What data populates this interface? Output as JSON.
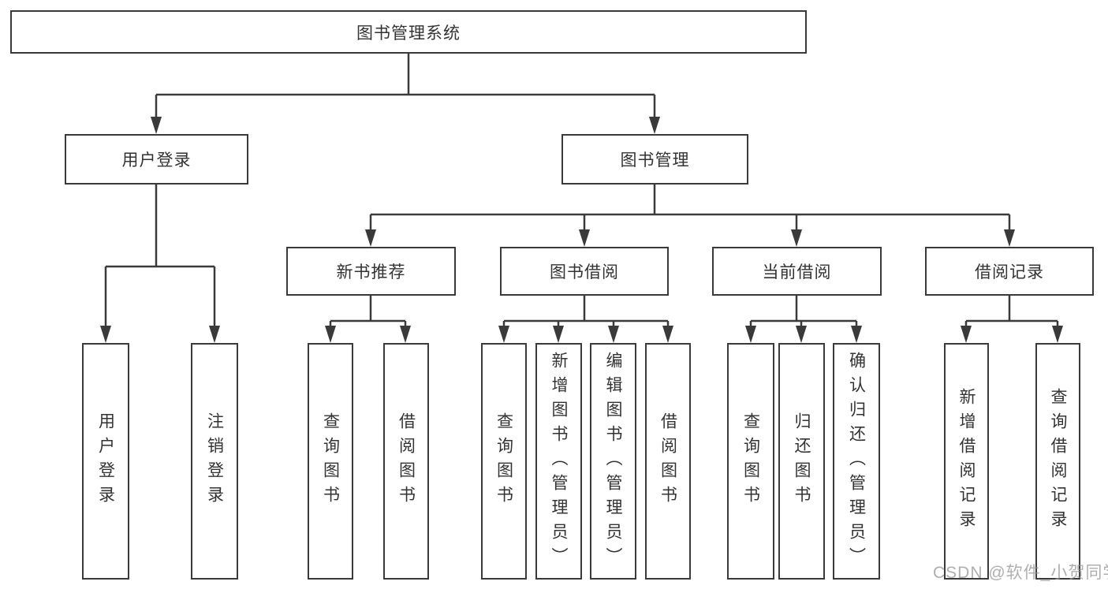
{
  "tree": {
    "root": {
      "label": "图书管理系统"
    },
    "branches": [
      {
        "label": "用户登录",
        "children": [
          {
            "label": "用户登录"
          },
          {
            "label": "注销登录"
          }
        ]
      },
      {
        "label": "图书管理",
        "children": [
          {
            "label": "新书推荐",
            "children": [
              {
                "label": "查询图书"
              },
              {
                "label": "借阅图书"
              }
            ]
          },
          {
            "label": "图书借阅",
            "children": [
              {
                "label": "查询图书"
              },
              {
                "label": "新增图书（管理员）"
              },
              {
                "label": "编辑图书（管理员）"
              },
              {
                "label": "借阅图书"
              }
            ]
          },
          {
            "label": "当前借阅",
            "children": [
              {
                "label": "查询图书"
              },
              {
                "label": "归还图书"
              },
              {
                "label": "确认归还（管理员）"
              }
            ]
          },
          {
            "label": "借阅记录",
            "children": [
              {
                "label": "新增借阅记录"
              },
              {
                "label": "查询借阅记录"
              }
            ]
          }
        ]
      }
    ]
  },
  "watermark": {
    "text": "CSDN @软件_小贺同学"
  },
  "colors": {
    "line": "#3a3a3a",
    "text": "#333333",
    "background": "#ffffff",
    "watermark": "#949494"
  }
}
